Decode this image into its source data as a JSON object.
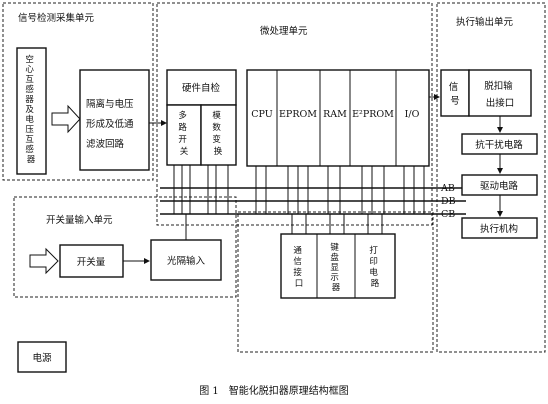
{
  "signal_unit": {
    "title": "信号检测采集单元"
  },
  "sensor_box": {
    "lines": [
      "空",
      "心",
      "互",
      "感",
      "器",
      "及",
      "电",
      "压",
      "互",
      "感",
      "器"
    ]
  },
  "filter_box": {
    "lines": [
      "隔离与电压",
      "形成及低通",
      "滤波回路"
    ]
  },
  "micro_unit": {
    "title": "微处理单元"
  },
  "hw_selfcheck": {
    "label": "硬件自检"
  },
  "mux_box": {
    "lines": [
      "多",
      "路",
      "开",
      "关"
    ]
  },
  "adc_box": {
    "lines": [
      "模",
      "数",
      "变",
      "换"
    ]
  },
  "cpu_box": {
    "label": "CPU"
  },
  "eprom_box": {
    "label": "EPROM"
  },
  "ram_box": {
    "label": "RAM"
  },
  "e2prom_box": {
    "label": "E²PROM"
  },
  "io_box": {
    "label": "I/O"
  },
  "output_unit": {
    "title": "执行输出单元"
  },
  "signal_box": {
    "lines": [
      "信",
      "号"
    ]
  },
  "trip_box": {
    "lines": [
      "脱扣输",
      "出接口"
    ]
  },
  "anti_box": {
    "label": "抗干扰电路"
  },
  "drive_box": {
    "label": "驱动电路"
  },
  "actuator_box": {
    "label": "执行机构"
  },
  "bus_labels": {
    "ab": "AB",
    "db": "DB",
    "cb": "CB"
  },
  "switch_unit": {
    "title": "开关量输入单元"
  },
  "switch_box": {
    "label": "开关量"
  },
  "opto_box": {
    "label": "光隔输入"
  },
  "comm_box": {
    "lines": [
      "通",
      "信",
      "接",
      "口"
    ]
  },
  "keypad_box": {
    "lines": [
      "键",
      "盘",
      "显",
      "示",
      "器"
    ]
  },
  "print_box": {
    "lines": [
      "打",
      "印",
      "电",
      "路"
    ]
  },
  "power_box": {
    "label": "电源"
  },
  "caption": {
    "text": "图 1　智能化脱扣器原理结构框图"
  }
}
